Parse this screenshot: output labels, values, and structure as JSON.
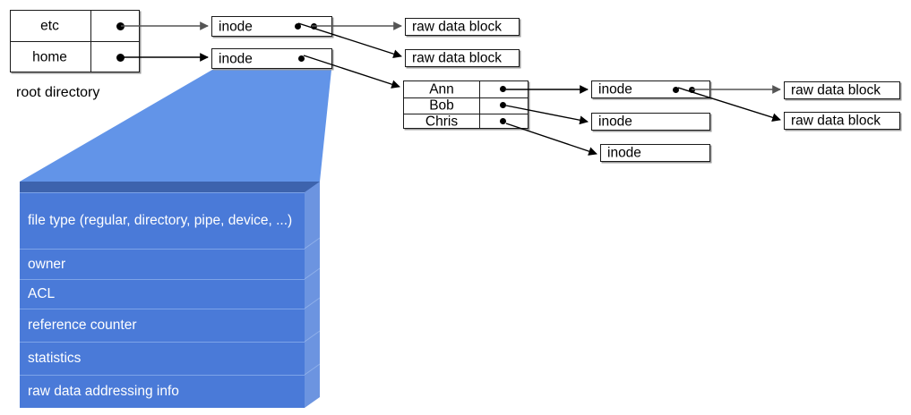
{
  "diagram": {
    "title": "unix-inode-filesystem-diagram",
    "colors": {
      "stack_front": "#4a7ad8",
      "stack_top": "#3d63ad",
      "stack_side": "#6c94e0",
      "funnel": "#6294e8",
      "funnel_shadow": "#3d63ad",
      "box_border": "#1a1a1a",
      "box_shadow": "#9a9a9a",
      "text": "#000000",
      "stack_text": "#ffffff"
    }
  },
  "root_directory": {
    "caption": "root directory",
    "entries": [
      {
        "name": "etc",
        "pointer": "pointer-dot"
      },
      {
        "name": "home",
        "pointer": "pointer-dot"
      }
    ]
  },
  "inodes": {
    "etc_inode": {
      "label": "inode",
      "pointers": 2
    },
    "home_inode": {
      "label": "inode",
      "pointers": 1
    },
    "ann_inode": {
      "label": "inode",
      "pointers": 2
    },
    "bob_inode": {
      "label": "inode",
      "pointers": 0
    },
    "chris_inode": {
      "label": "inode",
      "pointers": 0
    }
  },
  "raw_data_blocks": {
    "etc_block_1": "raw data block",
    "etc_block_2": "raw data block",
    "ann_block_1": "raw data block",
    "ann_block_2": "raw data block"
  },
  "home_directory": {
    "entries": [
      {
        "name": "Ann",
        "pointer": "pointer-dot"
      },
      {
        "name": "Bob",
        "pointer": "pointer-dot"
      },
      {
        "name": "Chris",
        "pointer": "pointer-dot"
      }
    ]
  },
  "inode_contents": {
    "rows": [
      "file type (regular, directory, pipe, device, ...)",
      "owner",
      "ACL",
      "reference counter",
      "statistics",
      "raw data addressing info"
    ]
  }
}
